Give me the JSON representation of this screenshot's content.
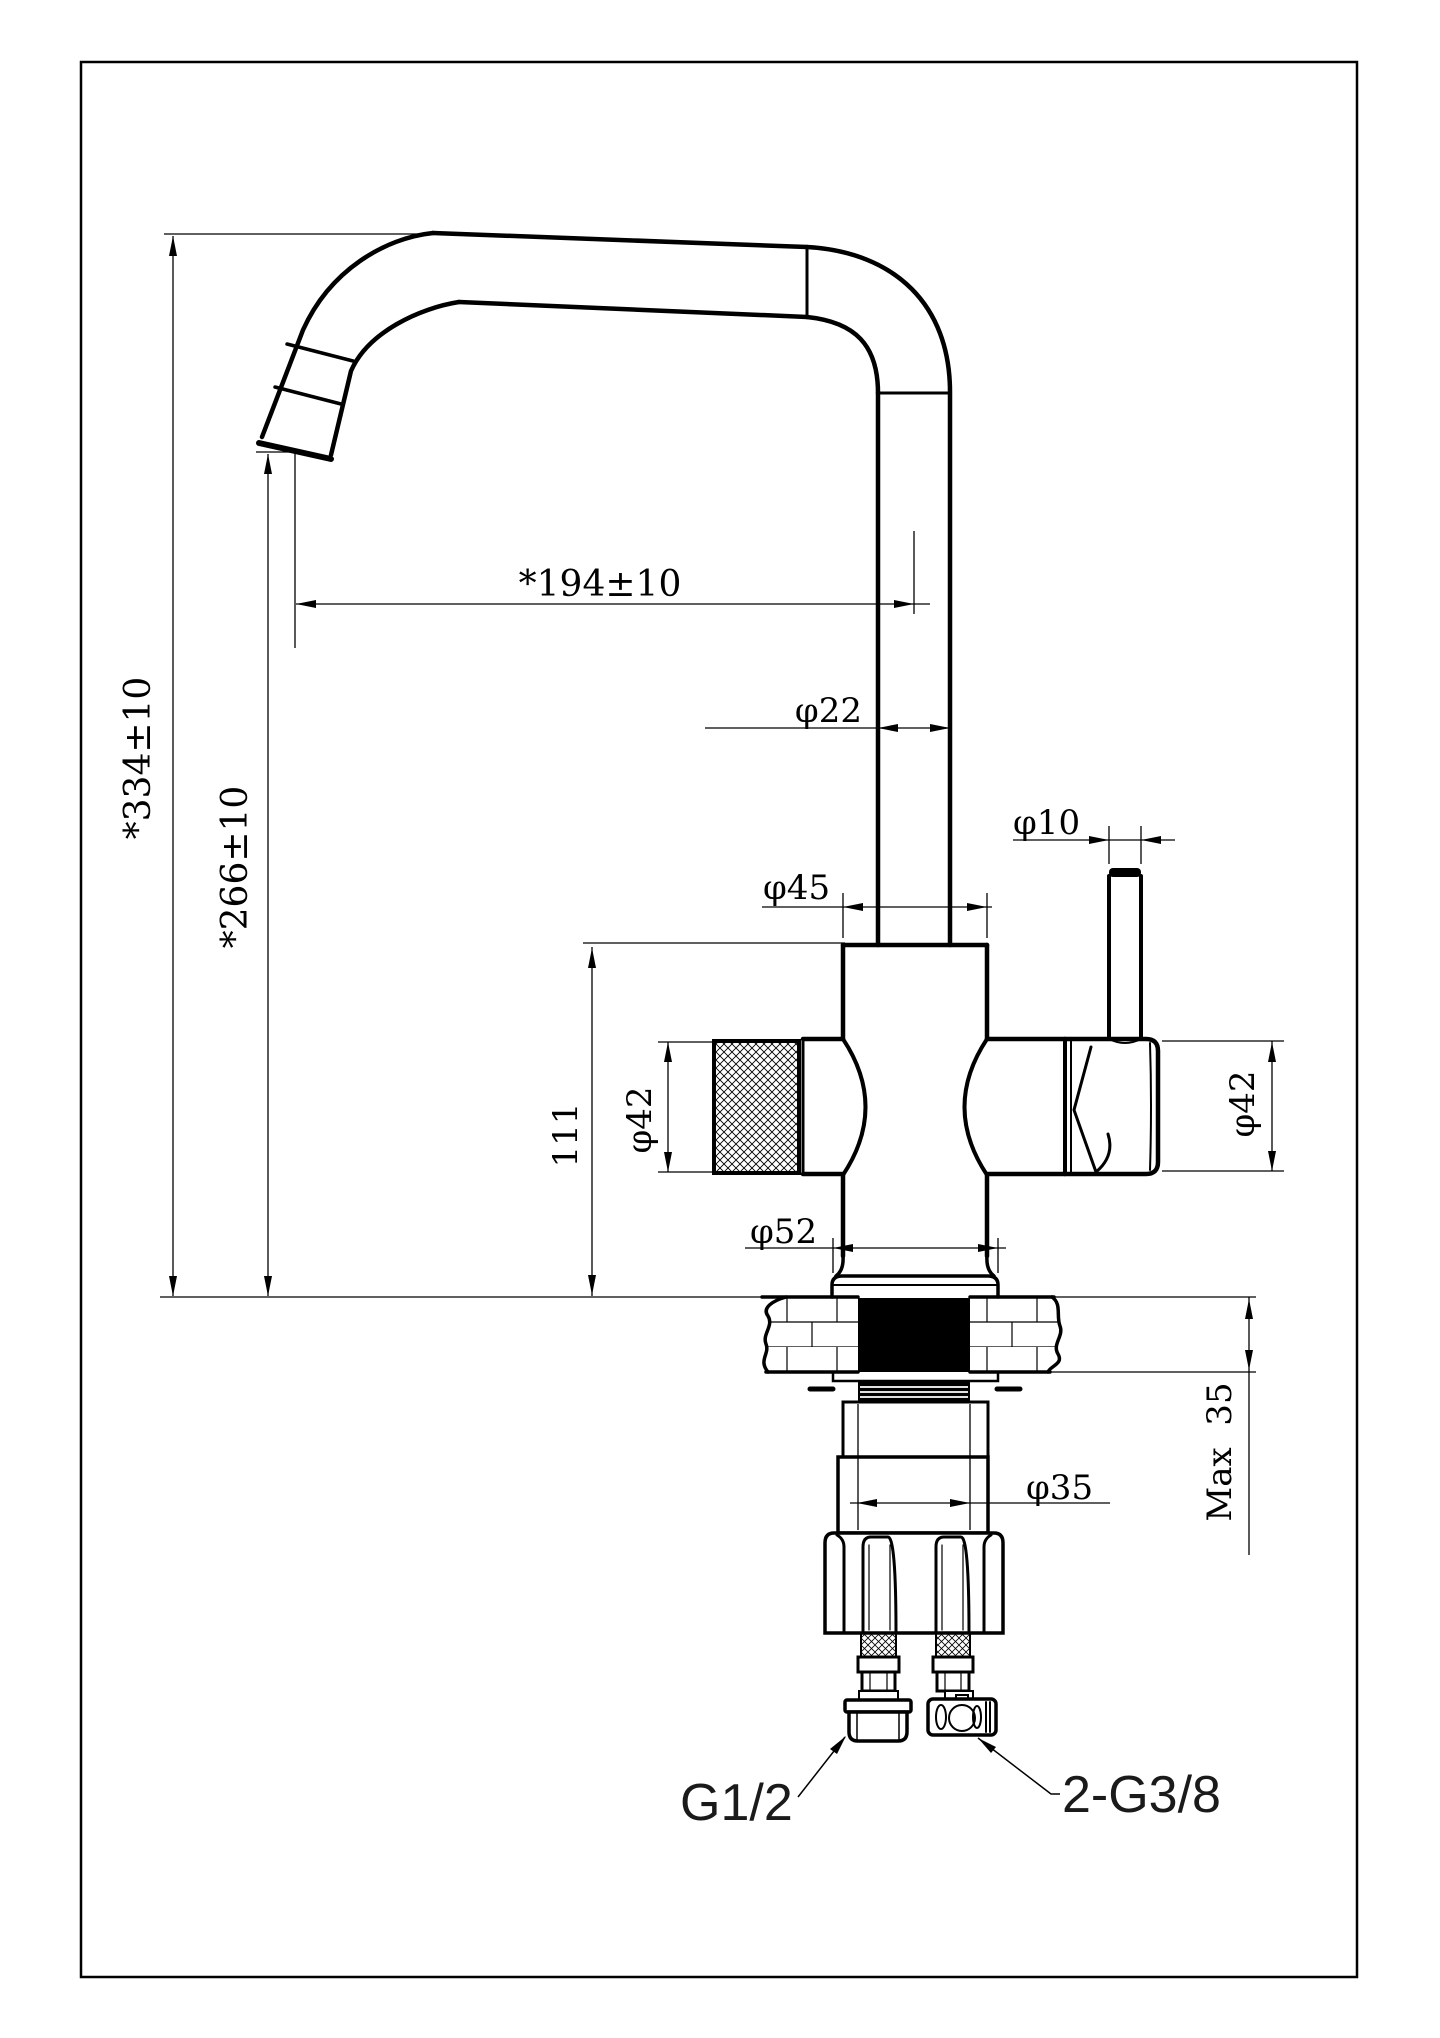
{
  "colors": {
    "line": "#000000",
    "background": "#ffffff"
  },
  "labels": {
    "total_height": "*334±10",
    "spout_height": "*266±10",
    "spout_reach": "*194±10",
    "spout_pipe_dia": "φ22",
    "body_dia": "φ45",
    "lever_rod_dia": "φ10",
    "knob_dia": "φ42",
    "handle_dia": "φ42",
    "body_height": "111",
    "base_dia": "φ52",
    "shank_dia": "φ35",
    "max_counter_thickness": "Max  35",
    "inlet_left": "G1/2",
    "inlet_right": "2-G3/8"
  }
}
